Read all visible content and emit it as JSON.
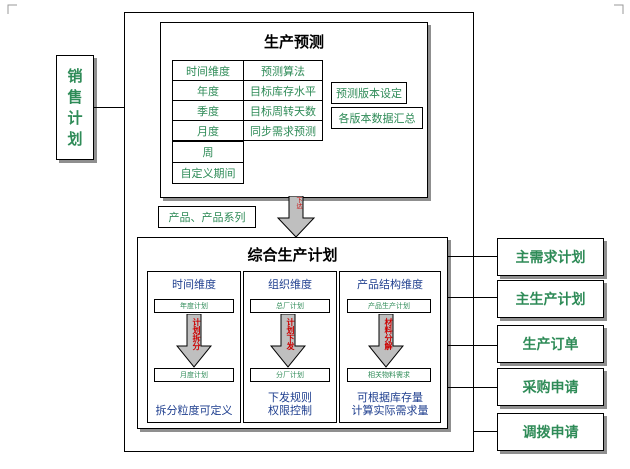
{
  "sales_plan": {
    "label": "销\n售\n计\n划"
  },
  "forecast": {
    "title": "生产预测",
    "time_dimension": {
      "header": "时间维度",
      "items": [
        "年度",
        "季度",
        "月度",
        "周",
        "自定义期间"
      ]
    },
    "algorithm": {
      "header": "预测算法",
      "items": [
        "目标库存水平",
        "目标周转天数",
        "同步需求预测"
      ]
    },
    "version_setting": "预测版本设定",
    "version_summary": "各版本数据汇总"
  },
  "product_tag": "产品、产品系列",
  "down_arrow_label": "下达",
  "integrated_plan": {
    "title": "综合生产计划",
    "columns": [
      {
        "title": "时间维度",
        "top_box": "年度计划",
        "arrow_label": "计划拆分",
        "bottom_box": "月度计划",
        "note": "拆分粒度可定义"
      },
      {
        "title": "组织维度",
        "top_box": "总厂计划",
        "arrow_label": "计划下发",
        "bottom_box": "分厂计划",
        "note": "下发规则\n权限控制"
      },
      {
        "title": "产品结构维度",
        "top_box": "产品生产计划",
        "arrow_label": "材料分解",
        "bottom_box": "相关物料需求",
        "note": "可根据库存量\n计算实际需求量"
      }
    ]
  },
  "outputs": [
    "主需求计划",
    "主生产计划",
    "生产订单",
    "采购申请",
    "调拨申请"
  ],
  "colors": {
    "text_green": "#2e8b57",
    "text_blue": "#1f3f8f",
    "arrow_fill": "#bfbfbf",
    "arrow_label": "#cc0000"
  }
}
